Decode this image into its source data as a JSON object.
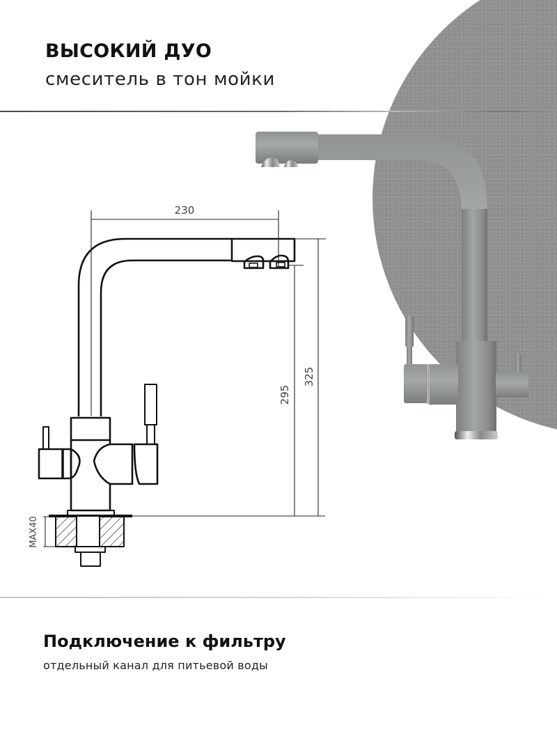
{
  "header": {
    "title": "ВЫСОКИЙ ДУО",
    "subtitle": "смеситель в тон мойки"
  },
  "drawing": {
    "dimensions": {
      "spout_reach": "230",
      "spout_height": "295",
      "total_height": "325",
      "max_countertop": "MAX40"
    }
  },
  "product_image": {
    "description": "faucet-stone-grey",
    "finish_color": "#8f9191",
    "circle_color": "#8f9191"
  },
  "feature": {
    "title": "Подключение к фильтру",
    "subtitle": "отдельный канал для питьевой воды"
  },
  "colors": {
    "text_primary": "#111111",
    "stone_grey": "#8f9191",
    "line": "#111111"
  }
}
